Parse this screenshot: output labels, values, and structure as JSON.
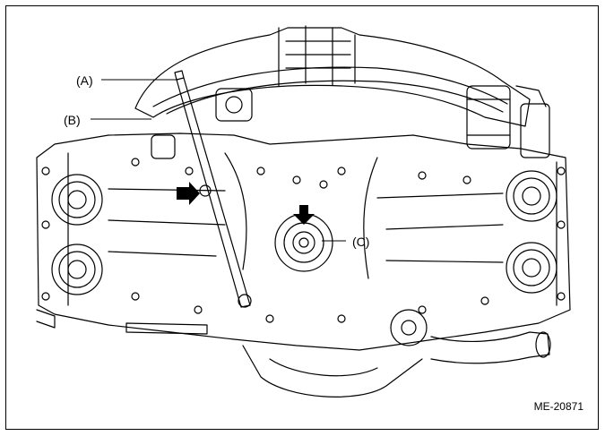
{
  "figure": {
    "callouts": [
      {
        "id": "A",
        "text": "(A)"
      },
      {
        "id": "B",
        "text": "(B)"
      },
      {
        "id": "C",
        "text": "(C)"
      }
    ],
    "figure_code": "ME-20871"
  },
  "colors": {
    "line": "#000000",
    "background": "#ffffff",
    "arrow": "#000000"
  }
}
